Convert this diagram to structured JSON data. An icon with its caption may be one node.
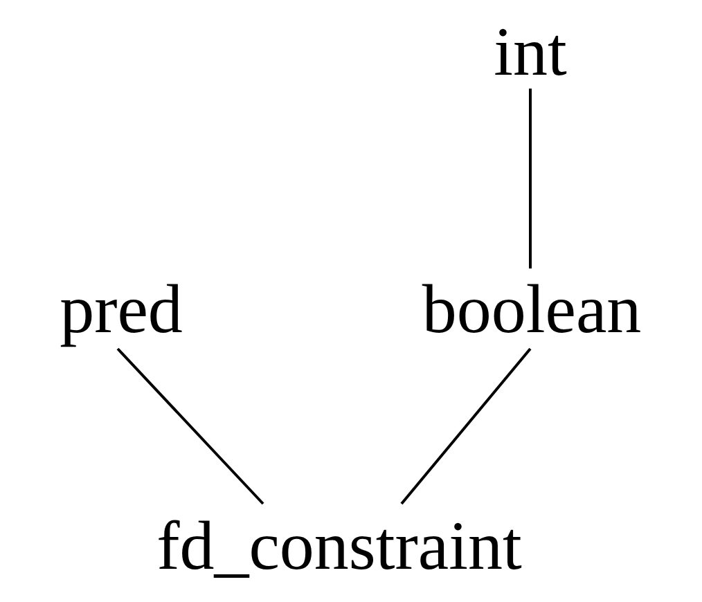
{
  "diagram": {
    "nodes": [
      {
        "text": [
          "int"
        ]
      },
      {
        "text": [
          "pred"
        ]
      },
      {
        "text": [
          "boolean"
        ]
      },
      {
        "text": [
          "fd_constraint"
        ]
      }
    ],
    "edges": [
      {
        "from": 0,
        "to": 2,
        "arrow": "none"
      },
      {
        "from": 1,
        "to": 3,
        "arrow": "none"
      },
      {
        "from": 2,
        "to": 3,
        "arrow": "none"
      }
    ]
  }
}
